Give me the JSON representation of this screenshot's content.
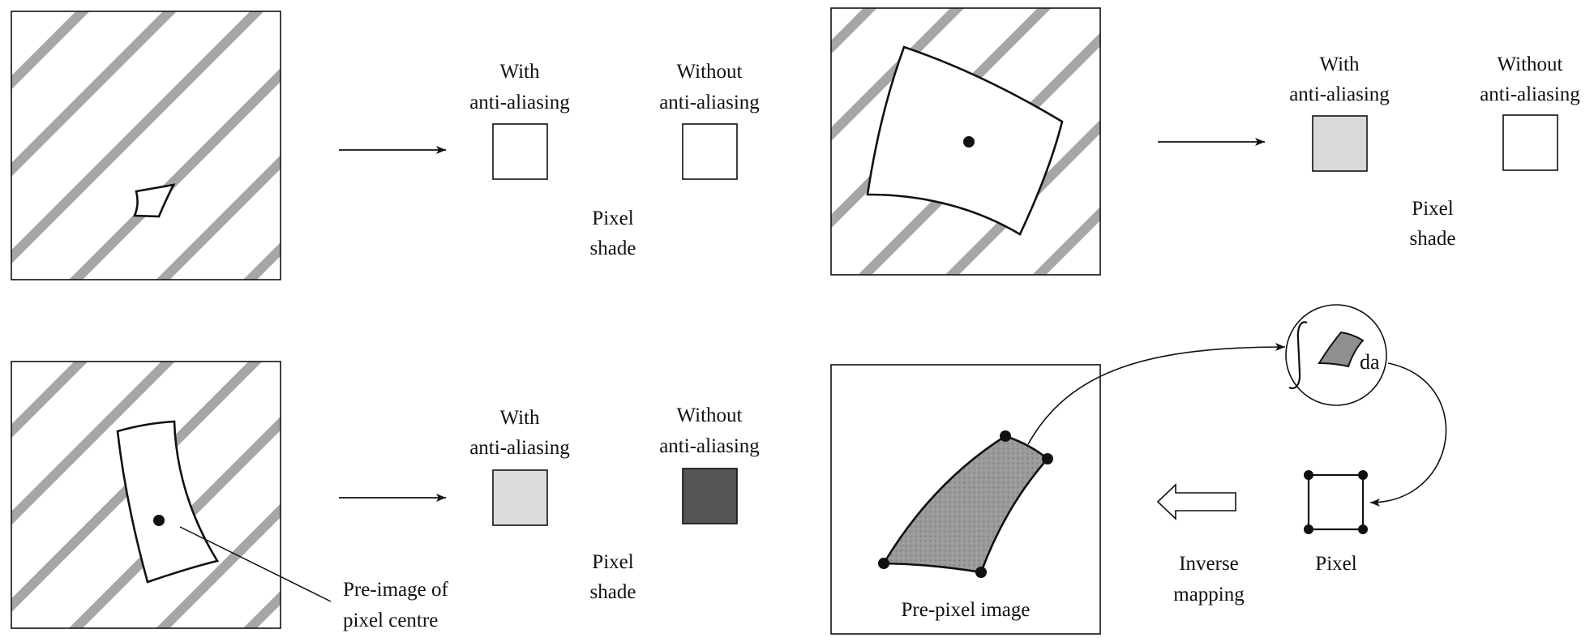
{
  "panels": {
    "top_left": {
      "with_label": [
        "With",
        "anti-aliasing"
      ],
      "without_label": [
        "Without",
        "anti-aliasing"
      ],
      "shade_label": [
        "Pixel",
        "shade"
      ],
      "with_shade": "#ffffff",
      "without_shade": "#ffffff"
    },
    "top_right": {
      "with_label": [
        "With",
        "anti-aliasing"
      ],
      "without_label": [
        "Without",
        "anti-aliasing"
      ],
      "shade_label": [
        "Pixel",
        "shade"
      ],
      "with_shade": "#d9d9d9",
      "without_shade": "#ffffff"
    },
    "bottom_left": {
      "with_label": [
        "With",
        "anti-aliasing"
      ],
      "without_label": [
        "Without",
        "anti-aliasing"
      ],
      "shade_label": [
        "Pixel",
        "shade"
      ],
      "with_shade": "#dcdcdc",
      "without_shade": "#555555",
      "pre_image_label": [
        "Pre-image of",
        "pixel centre"
      ]
    },
    "bottom_right": {
      "pre_pixel_label": "Pre-pixel image",
      "integral_label": "da",
      "pixel_label": "Pixel",
      "inverse_label": [
        "Inverse",
        "mapping"
      ]
    }
  },
  "colors": {
    "stripe": "#a6a6a6",
    "ink": "#111111",
    "pre_image_fill": "#9a9a9a",
    "integral_patch": "#8f8f8f"
  },
  "icons": {
    "integral_symbol": "integral-sign",
    "inverse_arrow": "hollow-left-arrow"
  }
}
